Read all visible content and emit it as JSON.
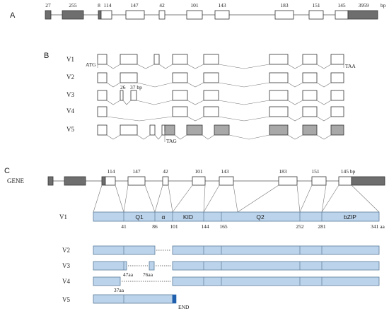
{
  "panels": {
    "a": "A",
    "b": "B",
    "c": "C"
  },
  "panel_a": {
    "exon_sizes": [
      "27",
      "255",
      "8",
      "114",
      "147",
      "42",
      "101",
      "143",
      "183",
      "151",
      "145",
      "3959"
    ],
    "unit": "bp"
  },
  "panel_b": {
    "variants": [
      "V1",
      "V2",
      "V3",
      "V4",
      "V5"
    ],
    "start_codon": "ATG",
    "stop_codon_v1": "TAA",
    "v3_sizes": [
      "26",
      "37 bp"
    ],
    "stop_codon_v5": "TAG"
  },
  "panel_c": {
    "gene_label": "GENE",
    "exon_sizes": [
      "114",
      "147",
      "42",
      "101",
      "143",
      "183",
      "151",
      "145 bp"
    ],
    "v1_label": "V1",
    "domains": [
      "Q1",
      "α",
      "KID",
      "Q2",
      "bZIP"
    ],
    "positions": [
      "41",
      "86",
      "101",
      "144",
      "165",
      "252",
      "281",
      "341 aa"
    ],
    "variants": [
      "V2",
      "V3",
      "V4",
      "V5"
    ],
    "v3_marks": [
      "47aa",
      "76aa"
    ],
    "v4_mark": "37aa",
    "v5_end": "END"
  },
  "colors": {
    "exon_dark": "#6e6e6e",
    "exon_grey": "#a8a8a8",
    "protein_fill": "#bcd4eb",
    "protein_end": "#1f5fae"
  }
}
